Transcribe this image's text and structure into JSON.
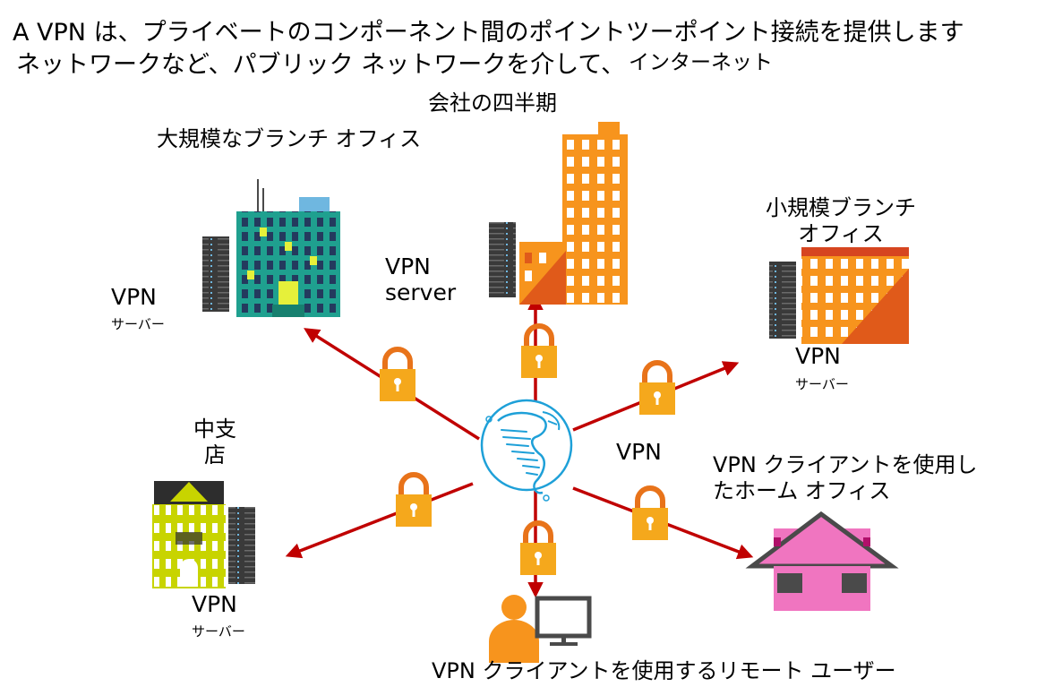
{
  "header": {
    "line1": "A VPN は、プライベートのコンポーネント間のポイントツーポイント接続を提供します",
    "line2": "ネットワークなど、パブリック ネットワークを介して、",
    "internet": "インターネット"
  },
  "nodes": {
    "hq": {
      "title": "会社の四半期",
      "vpn": "VPN",
      "server": "server"
    },
    "large_branch": {
      "title": "大規模なブランチ オフィス",
      "vpn": "VPN",
      "server": "サーバー"
    },
    "small_branch": {
      "title_line1": "小規模ブランチ",
      "title_line2": "オフィス",
      "vpn": "VPN",
      "server": "サーバー"
    },
    "mid_branch": {
      "title_line1": "中支",
      "title_line2": "店",
      "vpn": "VPN",
      "server": "サーバー"
    },
    "home_office": {
      "title_line1": "VPN クライアントを使用し",
      "title_line2": "たホーム オフィス"
    },
    "remote_user": {
      "title": "VPN クライアントを使用するリモート ユーザー"
    },
    "center": {
      "vpn": "VPN"
    }
  },
  "colors": {
    "arrow": "#c00000",
    "lock_body": "#f5a81c",
    "lock_shackle": "#e8731a",
    "building_orange": "#f7941d",
    "building_teal": "#1fa08f",
    "building_yellow": "#c8d400",
    "house_pink": "#f075c0",
    "globe": "#1ea0d8",
    "server": "#3a3a3a"
  }
}
